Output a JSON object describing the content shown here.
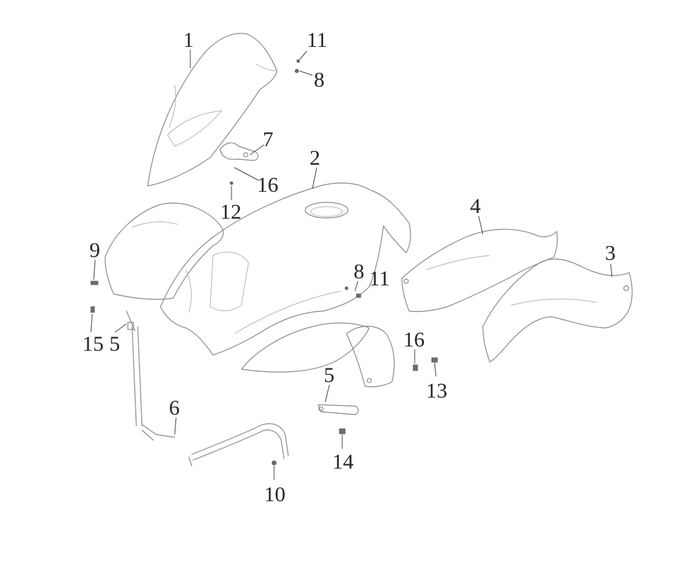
{
  "callouts": {
    "c1": "1",
    "c11a": "11",
    "c8a": "8",
    "c7": "7",
    "c16a": "16",
    "c2": "2",
    "c12": "12",
    "c4": "4",
    "c3": "3",
    "c9": "9",
    "c8b": "8",
    "c11b": "11",
    "c15": "15",
    "c5a": "5",
    "c16b": "16",
    "c13": "13",
    "c5b": "5",
    "c6": "6",
    "c14": "14",
    "c10": "10"
  }
}
